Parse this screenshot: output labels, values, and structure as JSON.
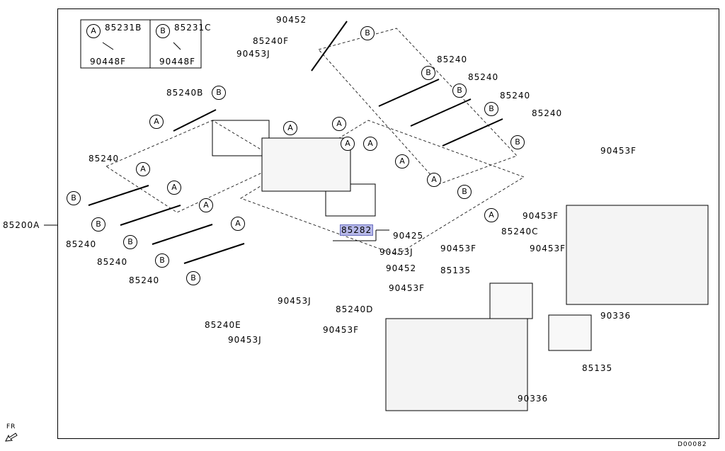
{
  "diagram": {
    "main_assembly": "85200A",
    "highlighted_part": "85282",
    "legend": [
      {
        "marker": "A",
        "part_top": "85231B",
        "part_bottom": "90448F"
      },
      {
        "marker": "B",
        "part_top": "85231C",
        "part_bottom": "90448F"
      }
    ],
    "labels": {
      "p90452_top": "90452",
      "p85240F": "85240F",
      "p90453J_top": "90453J",
      "p85240_r1": "85240",
      "p85240_r2": "85240",
      "p85240_r3": "85240",
      "p85240_r4": "85240",
      "p85240B": "85240B",
      "p85240_l_top": "85240",
      "p85240_l1": "85240",
      "p85240_l2": "85240",
      "p85240_l3": "85240",
      "p85282": "85282",
      "p90425": "90425",
      "p90453J_mid": "90453J",
      "p90452_mid": "90452",
      "p90453J_low": "90453J",
      "p85240D": "85240D",
      "p85240E": "85240E",
      "p90453J_bot": "90453J",
      "p85240C": "85240C",
      "p90453F_a": "90453F",
      "p90453F_b": "90453F",
      "p90453F_c": "90453F",
      "p90453F_d": "90453F",
      "p90453F_e": "90453F",
      "p90453F_f": "90453F",
      "p85135_a": "85135",
      "p85135_b": "85135",
      "p90336_a": "90336",
      "p90336_b": "90336"
    },
    "markers": {
      "a": "A",
      "b": "B"
    },
    "front_indicator": "FR",
    "diagram_code": "D00082"
  }
}
